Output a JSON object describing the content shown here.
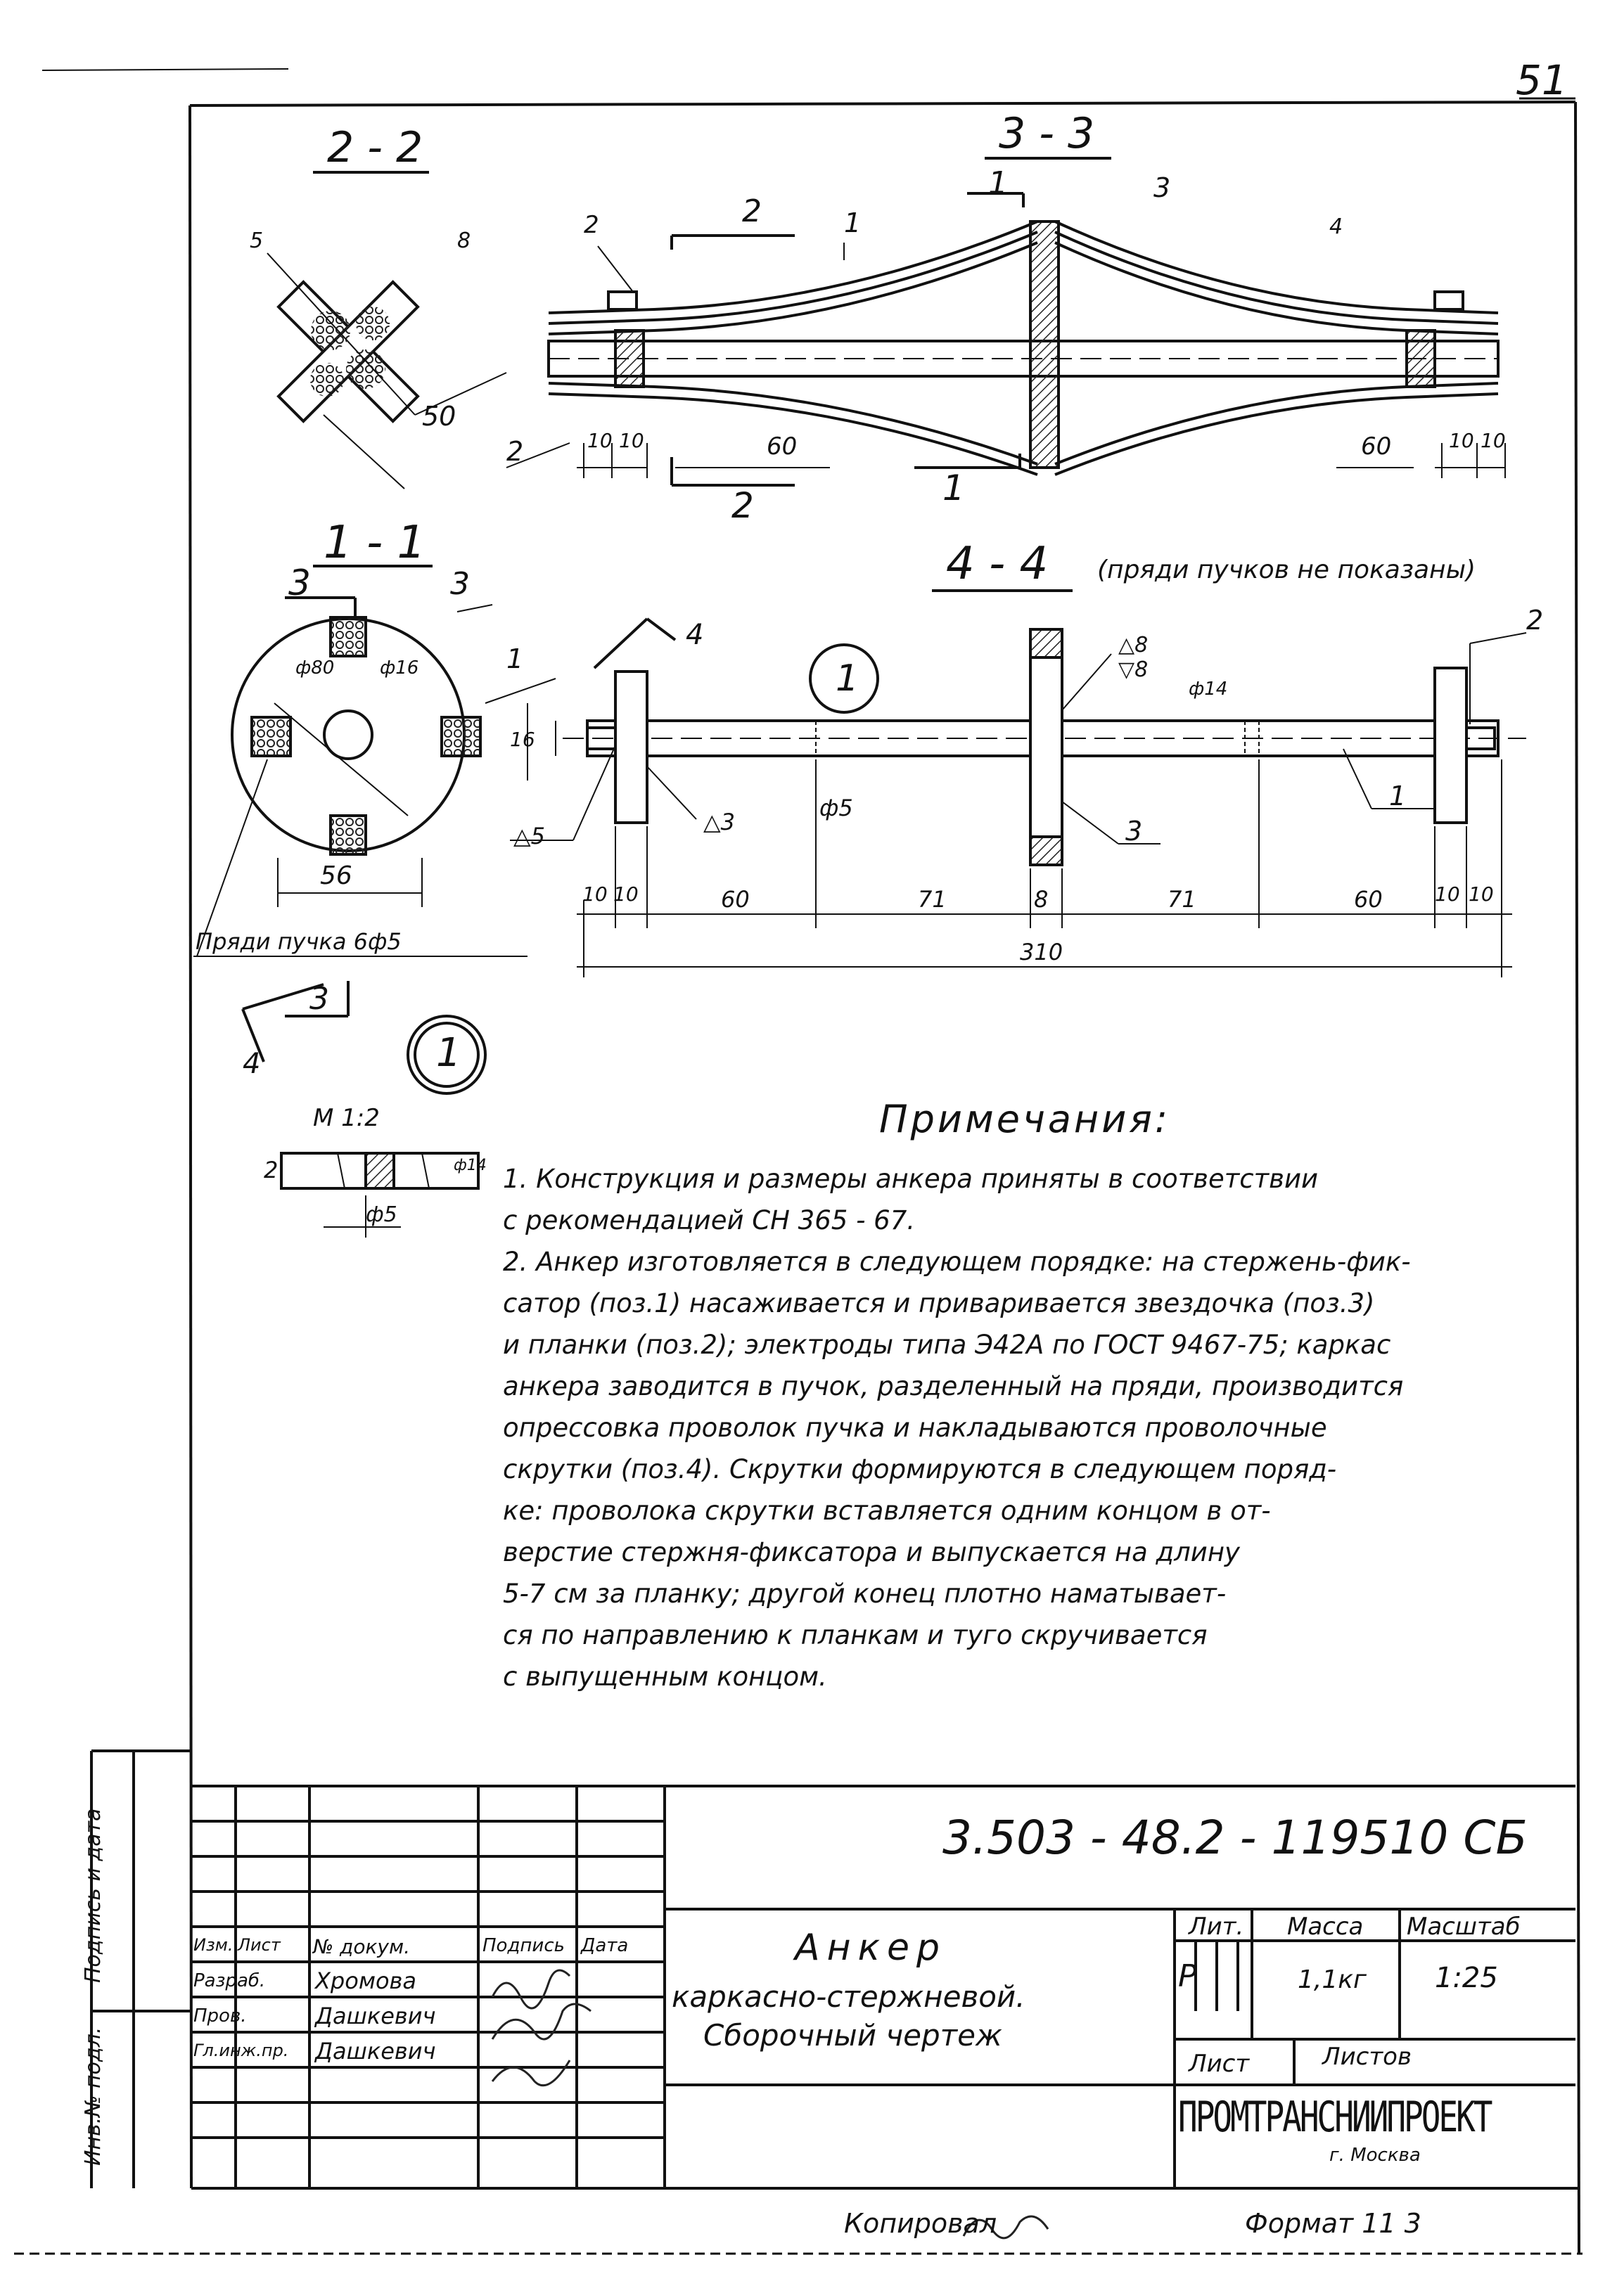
{
  "page_number": "51",
  "section_2_2": "2 - 2",
  "section_3_3": "3 - 3",
  "section_1_1": "1 - 1",
  "section_4_4": "4 - 4",
  "section_4_4_note": "(пряди пучков не показаны)",
  "detail_1": {
    "marker": "1",
    "scale": "М 1:2",
    "dim_dia": "ф5",
    "dim_14": "ф14",
    "pos": "2"
  },
  "view_3_3": {
    "pos_labels": [
      "2",
      "2",
      "1",
      "1",
      "3",
      "4",
      "2"
    ],
    "cut_labels": [
      "1",
      "2",
      "2",
      "1"
    ],
    "dims": [
      "10",
      "10",
      "60",
      "60",
      "10",
      "10"
    ]
  },
  "view_2_2": {
    "dims": [
      "5",
      "8",
      "50"
    ]
  },
  "view_1_1": {
    "cut_labels": [
      "3",
      "3"
    ],
    "dims": [
      "ф80",
      "ф16",
      "16",
      "56"
    ],
    "pos_labels": [
      "1"
    ],
    "strand_label": "Пряди пучка 6ф5"
  },
  "view_4_4": {
    "cut_labels": [
      "4",
      "4",
      "3"
    ],
    "welds": [
      "△8",
      "▽8",
      "△3",
      "△5"
    ],
    "dims_top": [
      "ф14",
      "ф5"
    ],
    "dims": [
      "10",
      "10",
      "60",
      "71",
      "8",
      "71",
      "60",
      "10",
      "10"
    ],
    "total": "310",
    "pos_labels": [
      "2",
      "3",
      "1"
    ]
  },
  "notes": {
    "title": "Примечания:",
    "lines": [
      "1. Конструкция и размеры анкера приняты в соответствии",
      "    с рекомендацией СН 365 - 67.",
      "2. Анкер изготовляется в следующем порядке: на стержень-фик-",
      "    сатор (поз.1) насаживается и приваривается звездочка (поз.3)",
      "    и планки (поз.2); электроды типа Э42А по ГОСТ 9467-75; каркас",
      "    анкера заводится в пучок, разделенный на пряди, производится",
      "    опрессовка проволок пучка и накладываются проволочные",
      "    скрутки (поз.4). Скрутки формируются в следующем поряд-",
      "    ке: проволока скрутки вставляется одним концом в от-",
      "    верстие стержня-фиксатора и выпускается на длину",
      "    5-7 см за планку; другой конец плотно наматывает-",
      "    ся по направлению к планкам и туго скручивается",
      "    с выпущенным концом."
    ]
  },
  "title_block": {
    "doc_code": "3.503 - 48.2 - 119510 СБ",
    "side_labels": [
      "Инв.№ подл.",
      "Подпись и дата"
    ],
    "header": [
      "Изм.",
      "Лист",
      "№ докум.",
      "Подпись",
      "Дата"
    ],
    "rows": [
      {
        "role": "Разраб.",
        "name": "Хромова"
      },
      {
        "role": "Пров.",
        "name": "Дашкевич"
      },
      {
        "role": "Гл.инж.пр.",
        "name": "Дашкевич"
      }
    ],
    "title_lines": [
      "Анкер",
      "каркасно-стержневой.",
      "Сборочный чертеж"
    ],
    "lit_label": "Лит.",
    "mass_label": "Масса",
    "scale_label": "Масштаб",
    "lit_value": "Р",
    "mass_value": "1,1кг",
    "scale_value": "1:25",
    "sheet_label": "Лист",
    "sheets_label": "Листов",
    "org": "ПРОМТРАНСНИИПРОЕКТ",
    "city": "г. Москва"
  },
  "footer": {
    "copied": "Копировал",
    "format": "Формат 11 3"
  }
}
